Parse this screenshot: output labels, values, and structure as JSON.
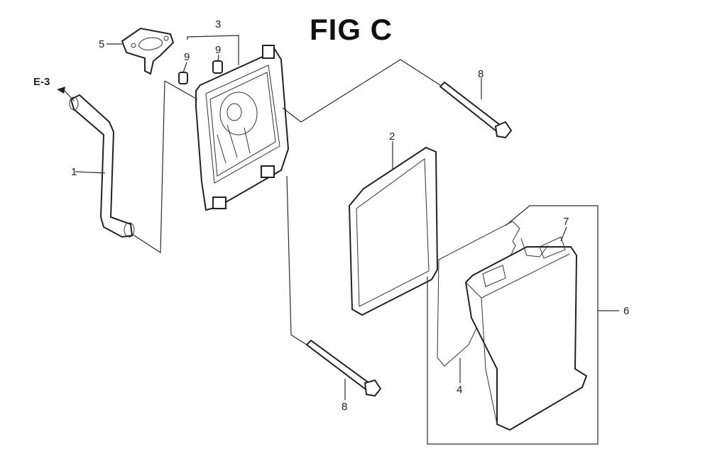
{
  "title": "FIG C",
  "reference": "E-3",
  "callouts": {
    "hose": "1",
    "element": "2",
    "case_group": "3",
    "seal": "4",
    "gasket": "5",
    "cover_assembly": "6",
    "cover_latch": "7",
    "bolt_upper": "8",
    "bolt_lower": "8",
    "grommet_left": "9",
    "grommet_right": "9"
  },
  "colors": {
    "ink": "#222222",
    "paper": "#ffffff"
  }
}
